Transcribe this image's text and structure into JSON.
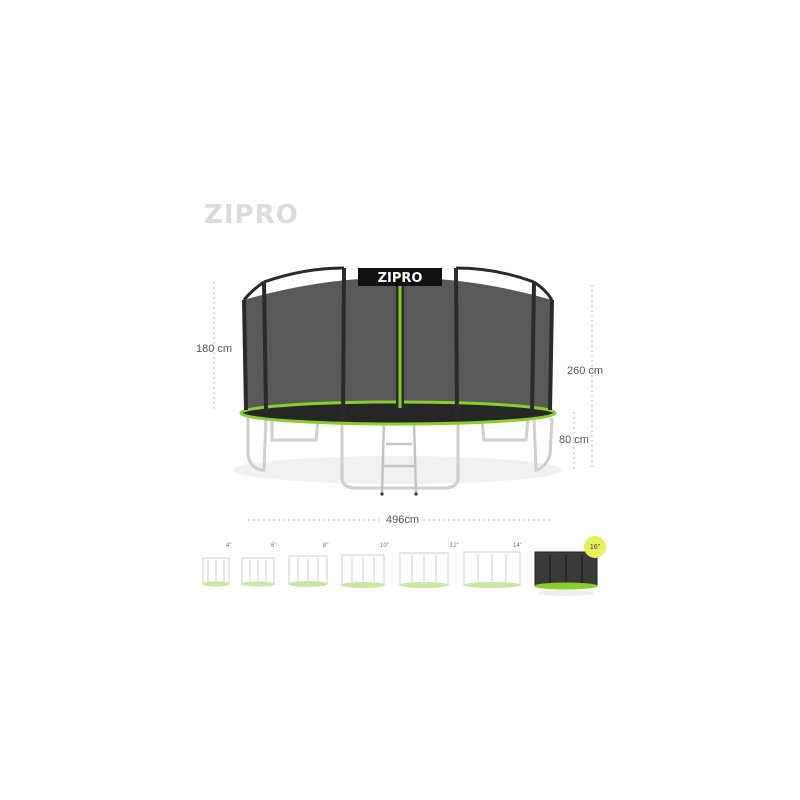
{
  "brand": {
    "name": "ZIPRO"
  },
  "product": {
    "net_banner": "ZIPRO"
  },
  "dimensions": {
    "net_height": "180 cm",
    "total_height": "260 cm",
    "frame_height": "80 cm",
    "diameter": "496cm"
  },
  "sizes": [
    {
      "label": "4\"",
      "selected": false
    },
    {
      "label": "6\"",
      "selected": false
    },
    {
      "label": "8\"",
      "selected": false
    },
    {
      "label": "10\"",
      "selected": false
    },
    {
      "label": "12\"",
      "selected": false
    },
    {
      "label": "14\"",
      "selected": false
    },
    {
      "label": "16\"",
      "selected": true
    }
  ],
  "colors": {
    "accent_green": "#8ccc2c",
    "highlight_yellow": "#e6f25a",
    "frame_dark": "#2a2a2a",
    "net": "#3c3c3c",
    "leg_gray": "#cfcfcf",
    "logo_gray": "#dcdcdc"
  }
}
